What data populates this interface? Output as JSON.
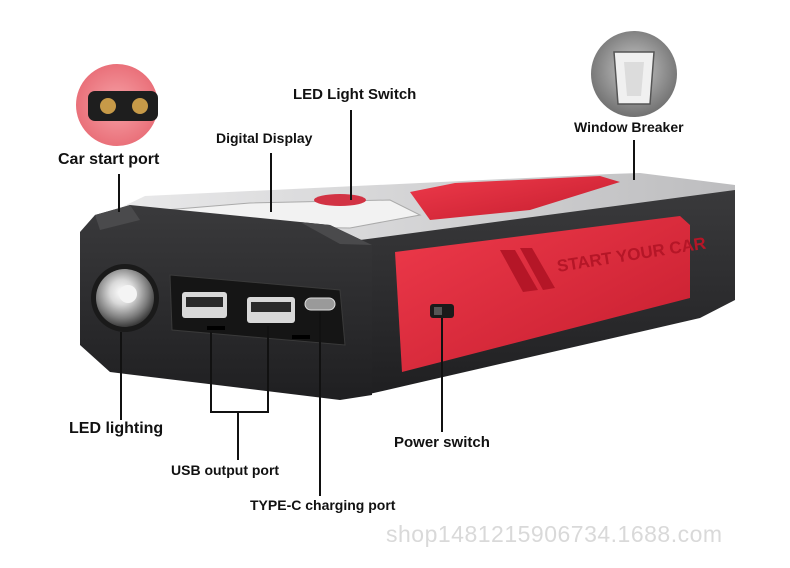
{
  "labels": {
    "led_light_switch": "LED Light Switch",
    "digital_display": "Digital Display",
    "car_start_port": "Car start port",
    "window_breaker": "Window Breaker",
    "led_lighting": "LED lighting",
    "power_switch": "Power switch",
    "usb_output_port": "USB output port",
    "type_c_charging_port": "TYPE-C charging port"
  },
  "device": {
    "side_text": "START YOUR CAR"
  },
  "watermark": "shop1481215906734.1688.com",
  "colors": {
    "body_dark": "#2a2a2c",
    "accent_red": "#e0283a",
    "background": "#ffffff"
  }
}
